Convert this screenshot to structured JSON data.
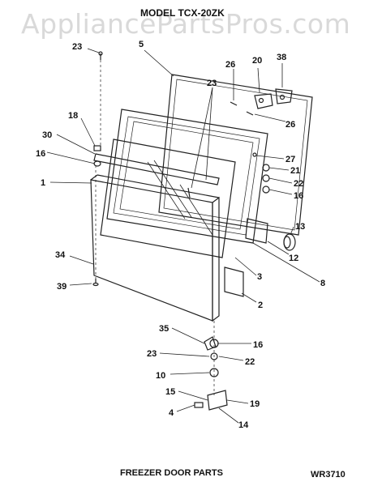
{
  "watermark": "AppliancePartsPros.com",
  "model": "MODEL TCX-20ZK",
  "footer": "FREEZER DOOR PARTS",
  "code": "WR3710",
  "parts": [
    {
      "id": "part-23a",
      "text": "23"
    },
    {
      "id": "part-5",
      "text": "5"
    },
    {
      "id": "part-26a",
      "text": "26"
    },
    {
      "id": "part-20",
      "text": "20"
    },
    {
      "id": "part-38",
      "text": "38"
    },
    {
      "id": "part-23b",
      "text": "23"
    },
    {
      "id": "part-26b",
      "text": "26"
    },
    {
      "id": "part-18",
      "text": "18"
    },
    {
      "id": "part-30",
      "text": "30"
    },
    {
      "id": "part-16a",
      "text": "16"
    },
    {
      "id": "part-1",
      "text": "1"
    },
    {
      "id": "part-27",
      "text": "27"
    },
    {
      "id": "part-21",
      "text": "21"
    },
    {
      "id": "part-22a",
      "text": "22"
    },
    {
      "id": "part-16b",
      "text": "16"
    },
    {
      "id": "part-13",
      "text": "13"
    },
    {
      "id": "part-12",
      "text": "12"
    },
    {
      "id": "part-3",
      "text": "3"
    },
    {
      "id": "part-8",
      "text": "8"
    },
    {
      "id": "part-34",
      "text": "34"
    },
    {
      "id": "part-39",
      "text": "39"
    },
    {
      "id": "part-2",
      "text": "2"
    },
    {
      "id": "part-35",
      "text": "35"
    },
    {
      "id": "part-16c",
      "text": "16"
    },
    {
      "id": "part-23c",
      "text": "23"
    },
    {
      "id": "part-10",
      "text": "10"
    },
    {
      "id": "part-22b",
      "text": "22"
    },
    {
      "id": "part-15",
      "text": "15"
    },
    {
      "id": "part-19",
      "text": "19"
    },
    {
      "id": "part-4",
      "text": "4"
    },
    {
      "id": "part-14",
      "text": "14"
    }
  ]
}
